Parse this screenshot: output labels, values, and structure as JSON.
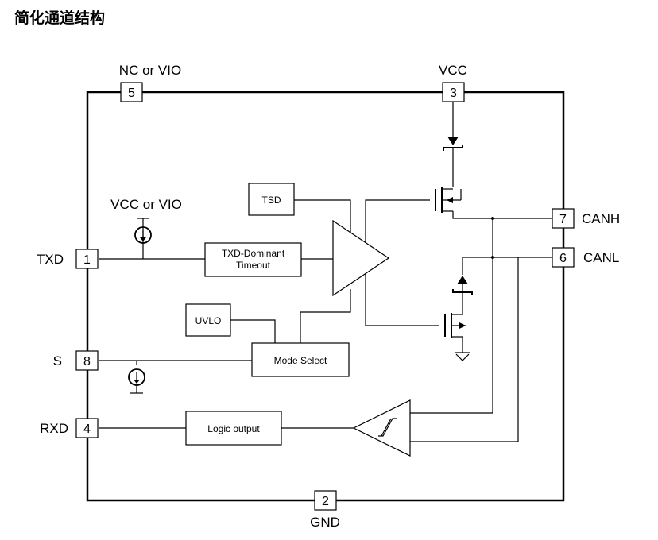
{
  "title": "简化通道结构",
  "pins": {
    "p5": {
      "num": "5",
      "label": "NC or VIO"
    },
    "p3": {
      "num": "3",
      "label": "VCC"
    },
    "p1": {
      "num": "1",
      "label": "TXD"
    },
    "p8": {
      "num": "8",
      "label": "S"
    },
    "p4": {
      "num": "4",
      "label": "RXD"
    },
    "p7": {
      "num": "7",
      "label": "CANH"
    },
    "p6": {
      "num": "6",
      "label": "CANL"
    },
    "p2": {
      "num": "2",
      "label": "GND"
    }
  },
  "blocks": {
    "tsd": "TSD",
    "txd_timeout_line1": "TXD-Dominant",
    "txd_timeout_line2": "Timeout",
    "uvlo": "UVLO",
    "mode_select": "Mode Select",
    "logic_output": "Logic output"
  },
  "supply_label": "VCC or VIO"
}
